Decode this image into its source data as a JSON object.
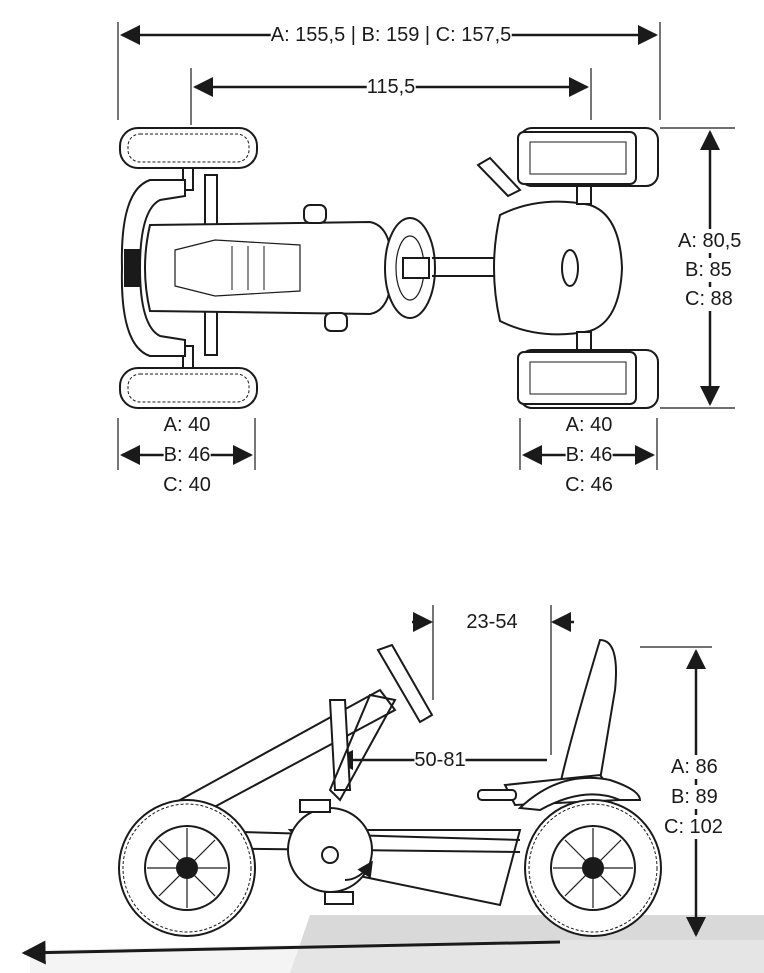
{
  "top_view": {
    "overall_length": "A: 155,5 | B: 159 | C: 157,5",
    "wheelbase": "115,5",
    "width": {
      "a": "A: 80,5",
      "b": "B: 85",
      "c": "C: 88"
    },
    "front_track": {
      "a": "A: 40",
      "b": "B: 46",
      "c": "C: 40"
    },
    "rear_track": {
      "a": "A: 40",
      "b": "B: 46",
      "c": "C: 46"
    }
  },
  "side_view": {
    "seat_adjust": "23-54",
    "pedal_reach": "50-81",
    "height": {
      "a": "A: 86",
      "b": "B: 89",
      "c": "C: 102"
    }
  },
  "colors": {
    "line": "#1a1a1a",
    "ground": "#d9d9d9",
    "background": "#ffffff"
  }
}
